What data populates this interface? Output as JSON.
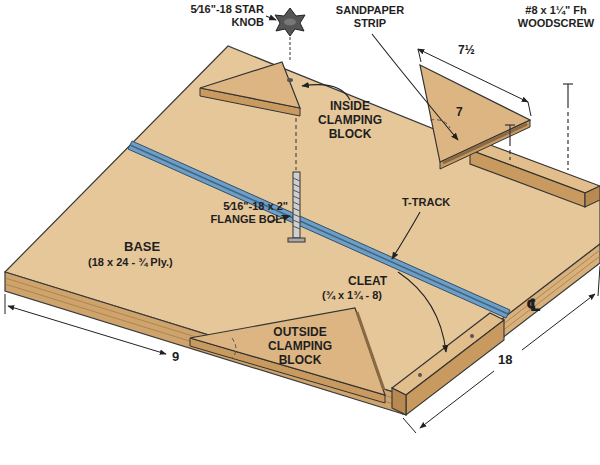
{
  "diagram": {
    "labels": [
      "5⁄16\"-18 STAR KNOB",
      "SANDPAPER STRIP",
      "7½",
      "#8 x 1¼\" Fh WOODSCREW",
      "7",
      "INSIDE CLAMPING BLOCK",
      "5⁄16\"-18 x 2\" FLANGE BOLT",
      "T-TRACK",
      "BASE",
      "(18 x 24 - ¾ Ply.)",
      "CLEAT",
      "(¾ x 1¾ - 8)",
      "OUTSIDE CLAMPING BLOCK",
      "9",
      "18",
      "℄"
    ]
  }
}
